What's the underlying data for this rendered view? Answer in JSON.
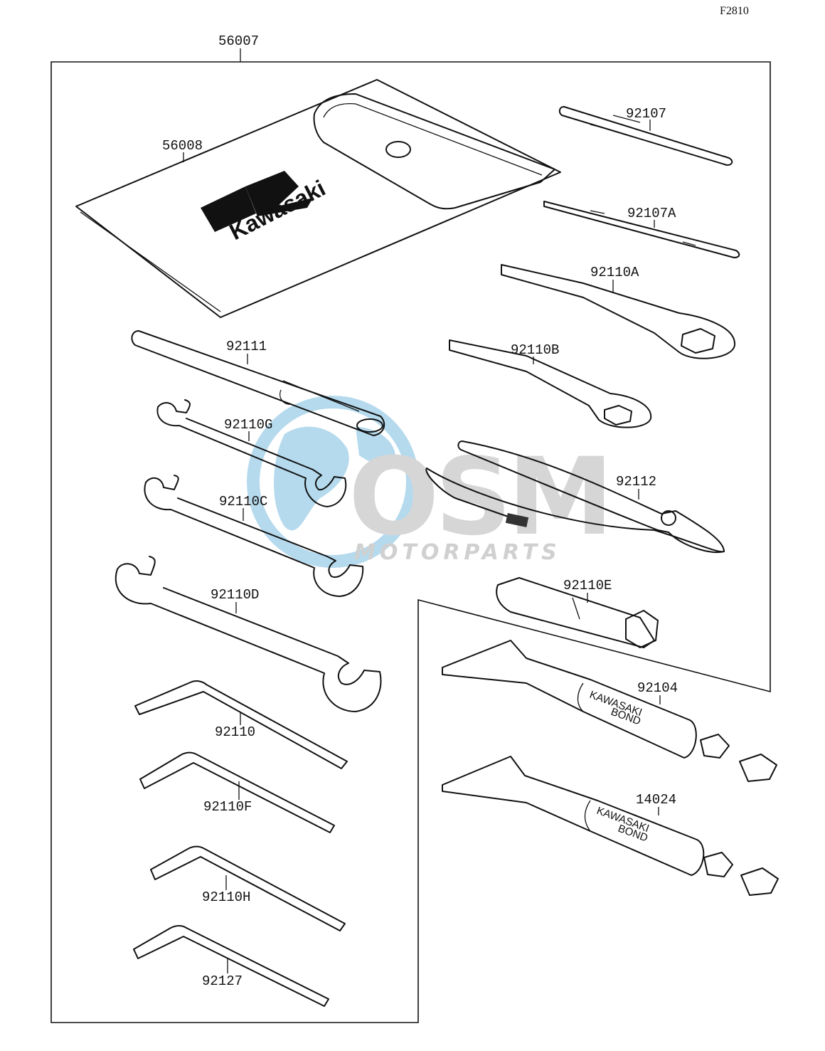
{
  "ref_code": "F2810",
  "kit_label": "56007",
  "brand": "Kawasaki",
  "tube_text_1": "KAWASAKI",
  "tube_text_2": "BOND",
  "watermark": {
    "word": "OSM",
    "subtitle": "MOTORPARTS",
    "color_globe": "#a9d4ea",
    "color_text": "#d0d0d0"
  },
  "parts": [
    {
      "id": "56008",
      "name": "tool-pouch"
    },
    {
      "id": "92107",
      "name": "screwdriver"
    },
    {
      "id": "92107A",
      "name": "screwdriver-flat"
    },
    {
      "id": "92110A",
      "name": "box-wrench"
    },
    {
      "id": "92110B",
      "name": "box-wrench-small"
    },
    {
      "id": "92111",
      "name": "tommy-bar"
    },
    {
      "id": "92110G",
      "name": "open-wrench-small"
    },
    {
      "id": "92110C",
      "name": "open-wrench-medium"
    },
    {
      "id": "92110D",
      "name": "open-wrench-large"
    },
    {
      "id": "92112",
      "name": "pliers"
    },
    {
      "id": "92110E",
      "name": "plug-wrench"
    },
    {
      "id": "92104",
      "name": "bond-tube"
    },
    {
      "id": "14024",
      "name": "bond-tube-2"
    },
    {
      "id": "92110",
      "name": "hex-key"
    },
    {
      "id": "92110F",
      "name": "hex-key-2"
    },
    {
      "id": "92110H",
      "name": "hex-key-3"
    },
    {
      "id": "92127",
      "name": "hex-key-4"
    }
  ]
}
